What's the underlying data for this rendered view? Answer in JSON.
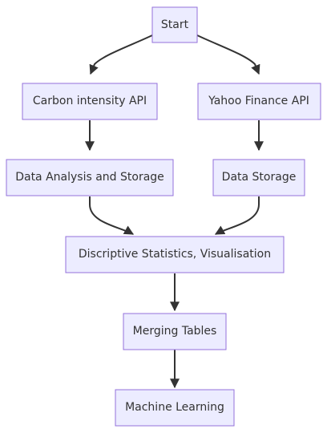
{
  "nodes": {
    "start": "Start",
    "carbon_api": "Carbon intensity API",
    "yahoo_api": "Yahoo Finance API",
    "data_analysis_storage": "Data Analysis and Storage",
    "data_storage": "Data Storage",
    "stats_vis": "Discriptive Statistics, Visualisation",
    "merging_tables": "Merging Tables",
    "machine_learning": "Machine Learning"
  }
}
